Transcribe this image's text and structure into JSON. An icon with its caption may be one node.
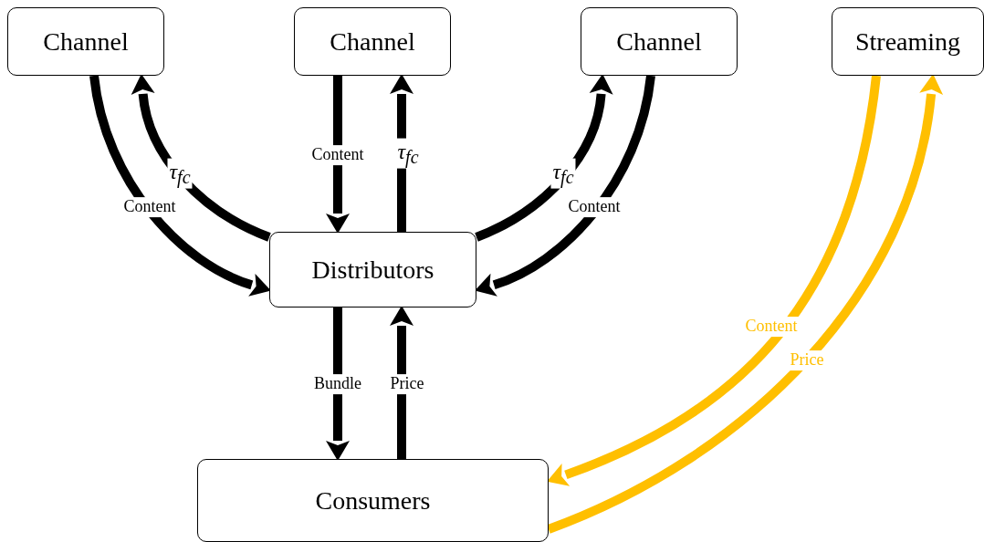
{
  "diagram": {
    "nodes": [
      {
        "text": [
          "Channel"
        ]
      },
      {
        "text": [
          "Channel"
        ]
      },
      {
        "text": [
          "Channel"
        ]
      },
      {
        "text": [
          "Streaming"
        ]
      },
      {
        "text": [
          "Distributors"
        ]
      },
      {
        "text": [
          "Consumers"
        ]
      }
    ],
    "edges": [
      {
        "from": 0,
        "to": 4,
        "arrow": "to",
        "label": "Content"
      },
      {
        "from": 4,
        "to": 0,
        "arrow": "to",
        "label": "τ$_{fc}$"
      },
      {
        "from": 1,
        "to": 4,
        "arrow": "to",
        "label": "Content"
      },
      {
        "from": 4,
        "to": 1,
        "arrow": "to",
        "label": "τ$_{fc}$"
      },
      {
        "from": 2,
        "to": 4,
        "arrow": "to",
        "label": "Content"
      },
      {
        "from": 4,
        "to": 2,
        "arrow": "to",
        "label": "τ$_{fc}$"
      },
      {
        "from": 4,
        "to": 5,
        "arrow": "to",
        "label": "Bundle"
      },
      {
        "from": 5,
        "to": 4,
        "arrow": "to",
        "label": "Price"
      },
      {
        "from": 3,
        "to": 5,
        "arrow": "to",
        "label": "Content",
        "color": "#ffbf00"
      },
      {
        "from": 5,
        "to": 3,
        "arrow": "to",
        "label": "Price",
        "color": "#ffbf00"
      }
    ]
  }
}
